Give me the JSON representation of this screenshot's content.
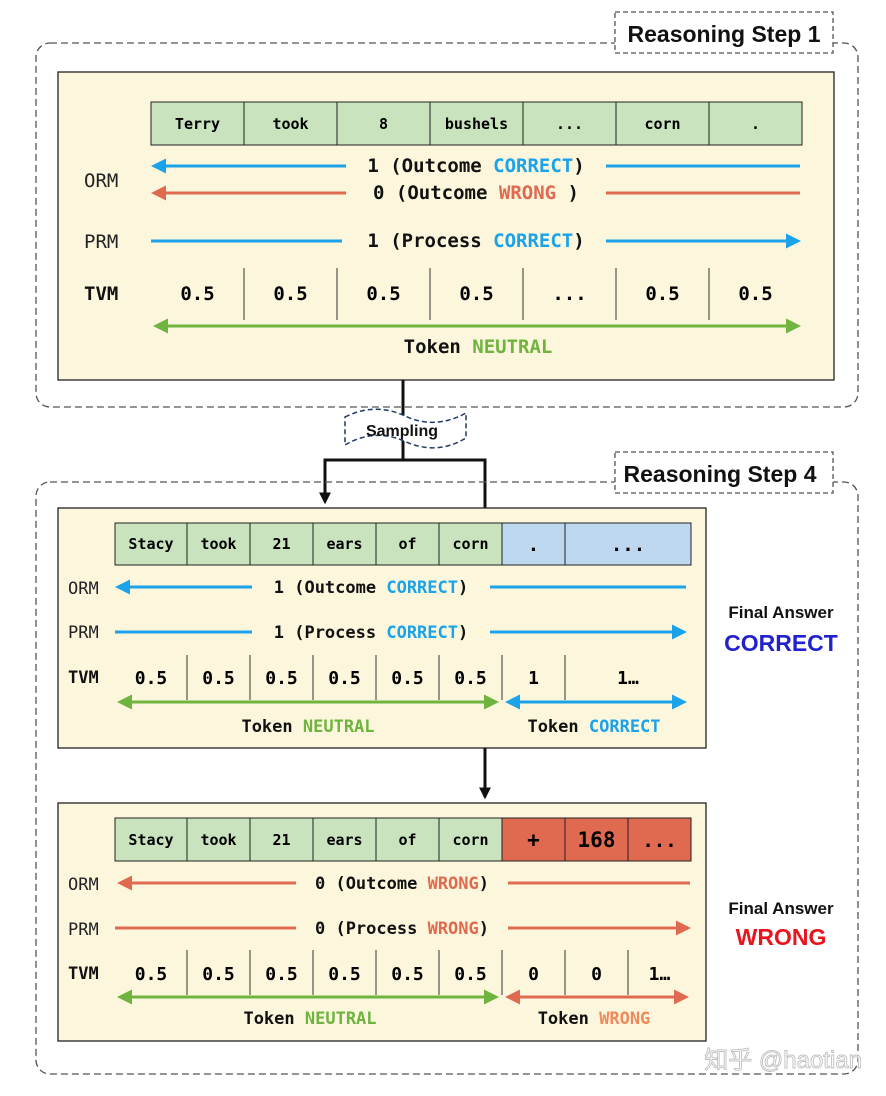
{
  "colors": {
    "panel_bg": "#fcf6dc",
    "token_green": "#c8e3bd",
    "token_blue": "#bdd7ee",
    "token_red": "#e06a50",
    "blue": "#1aa3e8",
    "red": "#e06a50",
    "green": "#6fb43f",
    "final_correct": "#2222cc",
    "final_wrong": "#e8141e",
    "wrong_text": "#f08a5d",
    "black": "#111111"
  },
  "step1": {
    "title": "Reasoning Step 1",
    "tokens": [
      "Terry",
      "took",
      "8",
      "bushels",
      "...",
      "corn",
      "."
    ],
    "orm_label": "ORM",
    "prm_label": "PRM",
    "tvm_label": "TVM",
    "orm_correct": {
      "prefix": "1 (Outcome ",
      "word": "CORRECT",
      "suffix": ")"
    },
    "orm_wrong": {
      "prefix": "0 (Outcome ",
      "word": "WRONG",
      "suffix": " )"
    },
    "prm": {
      "prefix": "1 (Process ",
      "word": "CORRECT",
      "suffix": ")"
    },
    "tvm_values": [
      "0.5",
      "0.5",
      "0.5",
      "0.5",
      "...",
      "0.5",
      "0.5"
    ],
    "token_label": {
      "prefix": "Token ",
      "word": "NEUTRAL"
    }
  },
  "sampling": "Sampling",
  "step4": {
    "title": "Reasoning Step 4",
    "correct_case": {
      "tokens": [
        "Stacy",
        "took",
        "21",
        "ears",
        "of",
        "corn",
        ".",
        "..."
      ],
      "orm_label": "ORM",
      "prm_label": "PRM",
      "tvm_label": "TVM",
      "orm": {
        "prefix": "1 (Outcome ",
        "word": "CORRECT",
        "suffix": ")"
      },
      "prm": {
        "prefix": "1 (Process ",
        "word": "CORRECT",
        "suffix": ")"
      },
      "tvm_values": [
        "0.5",
        "0.5",
        "0.5",
        "0.5",
        "0.5",
        "0.5",
        "1",
        "1…"
      ],
      "neutral_label": {
        "prefix": "Token ",
        "word": "NEUTRAL"
      },
      "correct_label": {
        "prefix": "Token ",
        "word": "CORRECT"
      },
      "final_line1": "Final Answer",
      "final_line2": "CORRECT"
    },
    "wrong_case": {
      "tokens": [
        "Stacy",
        "took",
        "21",
        "ears",
        "of",
        "corn",
        "+",
        "168",
        "..."
      ],
      "orm_label": "ORM",
      "prm_label": "PRM",
      "tvm_label": "TVM",
      "orm": {
        "prefix": "0 (Outcome ",
        "word": "WRONG",
        "suffix": ")"
      },
      "prm": {
        "prefix": "0 (Process ",
        "word": "WRONG",
        "suffix": ")"
      },
      "tvm_values": [
        "0.5",
        "0.5",
        "0.5",
        "0.5",
        "0.5",
        "0.5",
        "0",
        "0",
        "1…"
      ],
      "neutral_label": {
        "prefix": "Token ",
        "word": "NEUTRAL"
      },
      "wrong_label": {
        "prefix": "Token ",
        "word": "WRONG"
      },
      "final_line1": "Final Answer",
      "final_line2": "WRONG"
    }
  },
  "watermark": "知乎 @haotian"
}
